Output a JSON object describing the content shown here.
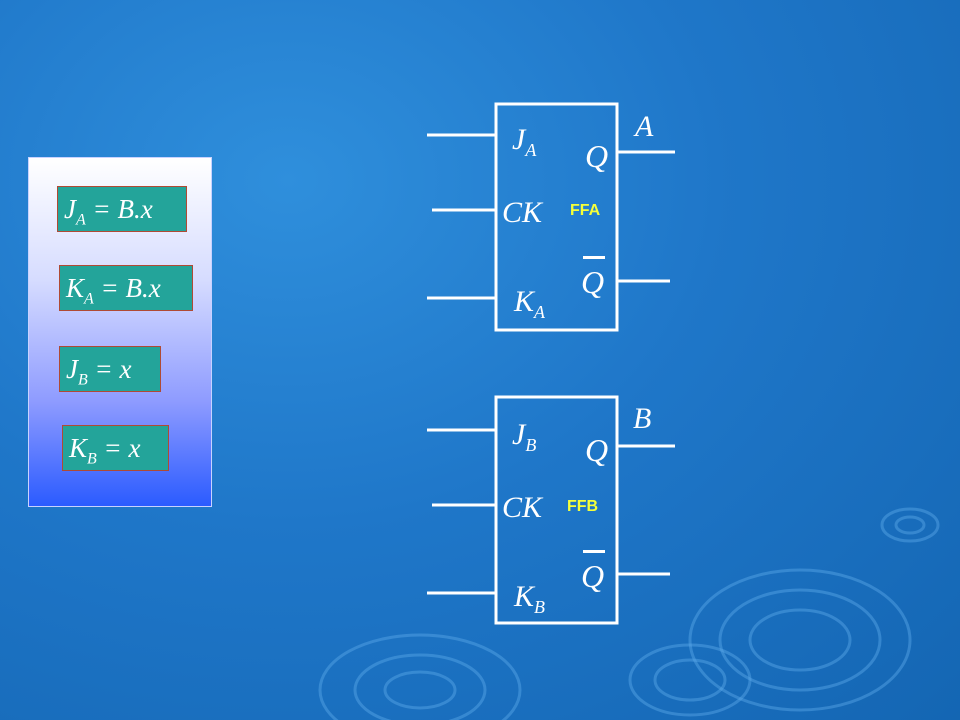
{
  "equations": [
    {
      "lhs": "J",
      "sub": "A",
      "rhs": " = B.x"
    },
    {
      "lhs": "K",
      "sub": "A",
      "rhs": " = B.x"
    },
    {
      "lhs": "J",
      "sub": "B",
      "rhs": " = x"
    },
    {
      "lhs": "K",
      "sub": "B",
      "rhs": " = x"
    }
  ],
  "flipflops": [
    {
      "name": "FFA",
      "output_label": "A",
      "j": {
        "main": "J",
        "sub": "A"
      },
      "ck": "CK",
      "k": {
        "main": "K",
        "sub": "A"
      },
      "q": "Q",
      "qbar": "Q"
    },
    {
      "name": "FFB",
      "output_label": "B",
      "j": {
        "main": "J",
        "sub": "B"
      },
      "ck": "CK",
      "k": {
        "main": "K",
        "sub": "B"
      },
      "q": "Q",
      "qbar": "Q"
    }
  ]
}
